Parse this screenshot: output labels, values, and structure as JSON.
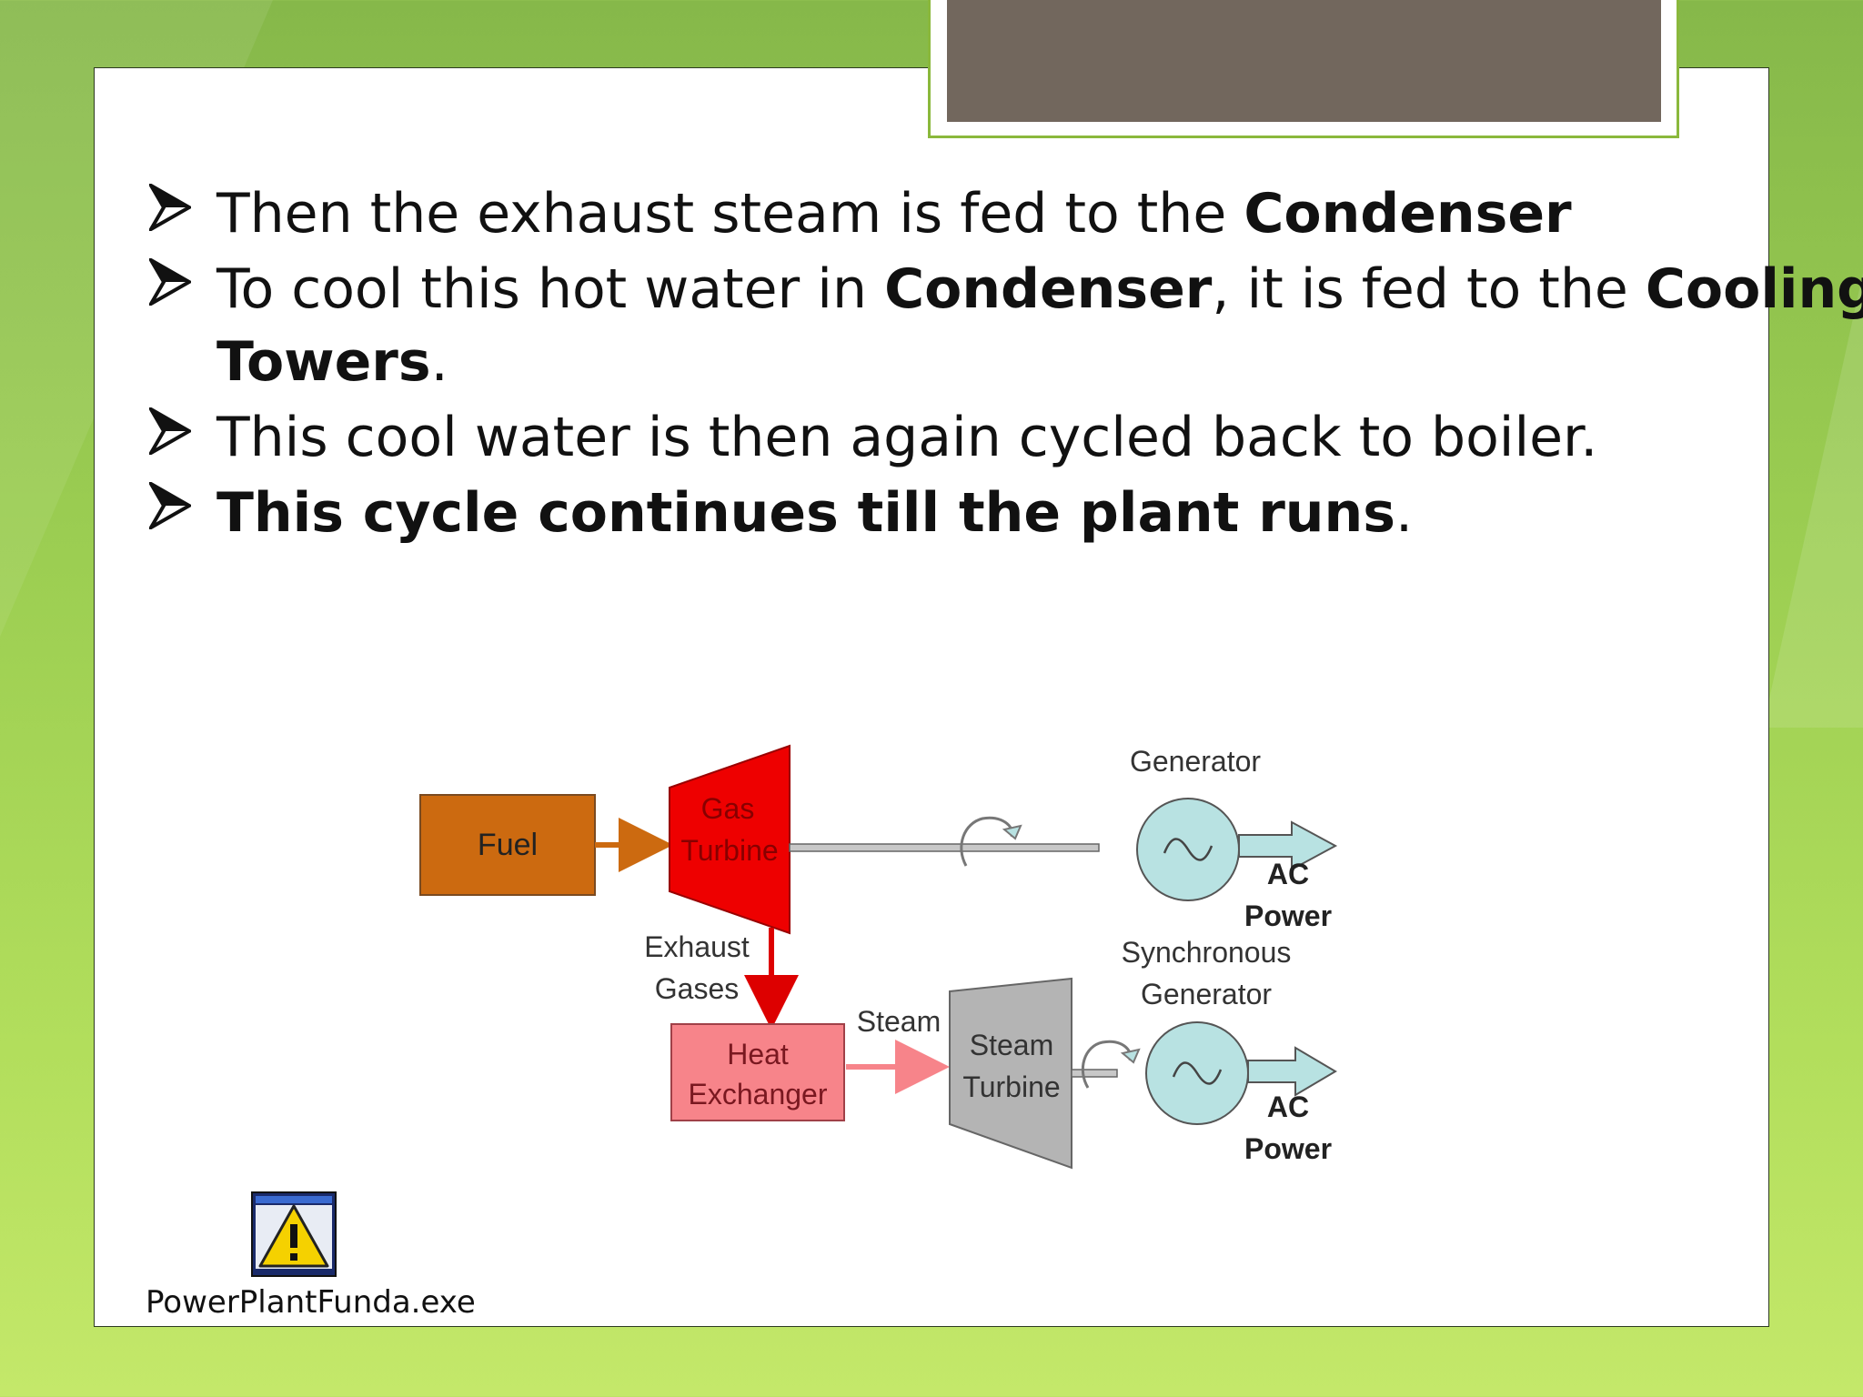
{
  "colors": {
    "background_green": "#9cce52",
    "title_box_fill": "#72675d",
    "title_box_border": "#8ab83c",
    "fuel_box": "#cc6a10",
    "gas_turbine": "#ee0000",
    "heat_exchanger": "#f7848a",
    "steam_turbine": "#b4b4b4",
    "generator": "#b8e2e2"
  },
  "bullets": [
    {
      "text": "Then the exhaust steam is fed to the ",
      "bold": "Condenser",
      "tail": ""
    },
    {
      "text": "To cool this hot water in ",
      "bold": "Condenser",
      "mid": ", it is fed to the ",
      "bold2": "Cooling",
      "cont_bold": "Towers",
      "cont_tail": "."
    },
    {
      "text": " This cool water is then again cycled back to boiler."
    },
    {
      "bold": "This cycle continues till the plant runs",
      "tail": "."
    }
  ],
  "diagram": {
    "fuel": "Fuel",
    "gas_turbine": [
      "Gas",
      "Turbine"
    ],
    "generator_label": "Generator",
    "ac_power_1": [
      "AC",
      "Power"
    ],
    "exhaust": [
      "Exhaust",
      "Gases"
    ],
    "sync_generator": [
      "Synchronous",
      "Generator"
    ],
    "heat_exchanger": [
      "Heat",
      "Exchanger"
    ],
    "steam": "Steam",
    "steam_turbine": [
      "Steam",
      "Turbine"
    ],
    "ac_power_2": [
      "AC",
      "Power"
    ]
  },
  "file": {
    "name": "PowerPlantFunda.exe",
    "icon": "warning-icon"
  }
}
